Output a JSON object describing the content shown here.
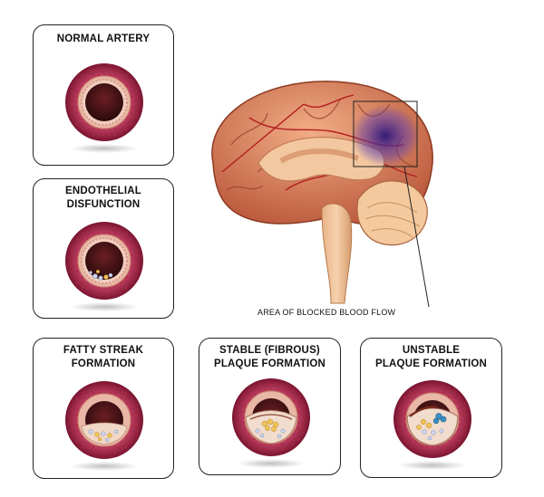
{
  "panels": [
    {
      "title": "NORMAL ARTERY"
    },
    {
      "title": "ENDOTHELIAL\nDISFUNCTION"
    },
    {
      "title": "FATTY STREAK\nFORMATION"
    },
    {
      "title": "STABLE (FIBROUS)\nPLAQUE FORMATION"
    },
    {
      "title": "UNSTABLE\nPLAQUE FORMATION"
    }
  ],
  "brain": {
    "callout_label": "AREA OF BLOCKED BLOOD FLOW",
    "highlight_color": "#3b1f8f"
  },
  "colors": {
    "artery_outer": "#8e1d3b",
    "artery_media": "#c2395f",
    "artery_intima": "#e9b7a6",
    "lumen": "#3a0f12",
    "plaque_fat": "#f1c35a",
    "brain_tissue": "#d9825f"
  }
}
